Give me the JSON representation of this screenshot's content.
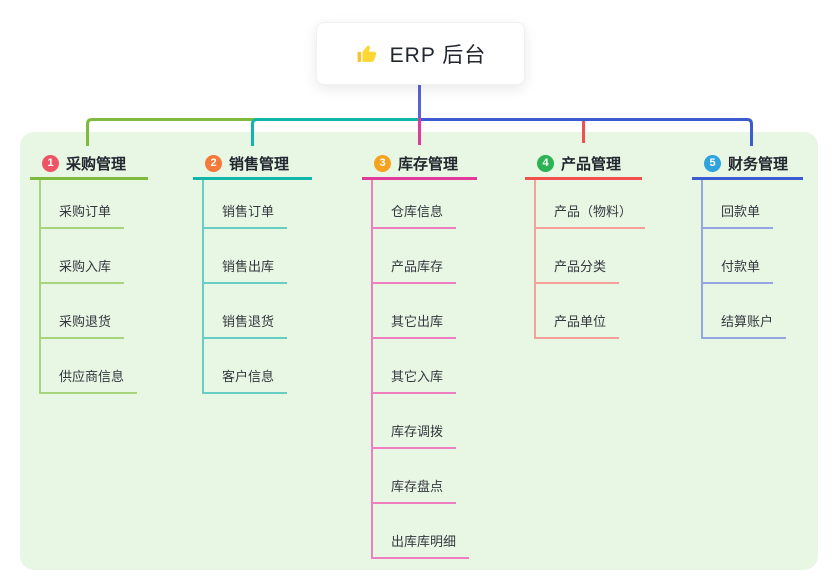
{
  "root": {
    "label": "ERP 后台",
    "icon": "thumbs-up-icon"
  },
  "colors": {
    "panel_bg": "#e8f6e4",
    "root_connector": "#5864d6",
    "root_text": "#22262e"
  },
  "branches": [
    {
      "badge": "1",
      "title": "采购管理",
      "colors": {
        "badge": "#ed5565",
        "main": "#7fba3f",
        "light": "#a9d47e"
      },
      "children": [
        "采购订单",
        "采购入库",
        "采购退货",
        "供应商信息"
      ]
    },
    {
      "badge": "2",
      "title": "销售管理",
      "colors": {
        "badge": "#f4793b",
        "main": "#12b5a9",
        "light": "#66cec5"
      },
      "children": [
        "销售订单",
        "销售出库",
        "销售退货",
        "客户信息"
      ]
    },
    {
      "badge": "3",
      "title": "库存管理",
      "colors": {
        "badge": "#f6a21d",
        "main": "#e03a9c",
        "light": "#ee7fc0"
      },
      "children": [
        "仓库信息",
        "产品库存",
        "其它出库",
        "其它入库",
        "库存调拨",
        "库存盘点",
        "出库库明细"
      ]
    },
    {
      "badge": "4",
      "title": "产品管理",
      "colors": {
        "badge": "#2cb454",
        "main": "#f1504e",
        "light": "#f7a09b"
      },
      "children": [
        "产品（物料）",
        "产品分类",
        "产品单位"
      ]
    },
    {
      "badge": "5",
      "title": "财务管理",
      "colors": {
        "badge": "#2fa3dd",
        "main": "#3d5bd0",
        "light": "#96a6e2"
      },
      "children": [
        "回款单",
        "付款单",
        "结算账户"
      ]
    }
  ]
}
